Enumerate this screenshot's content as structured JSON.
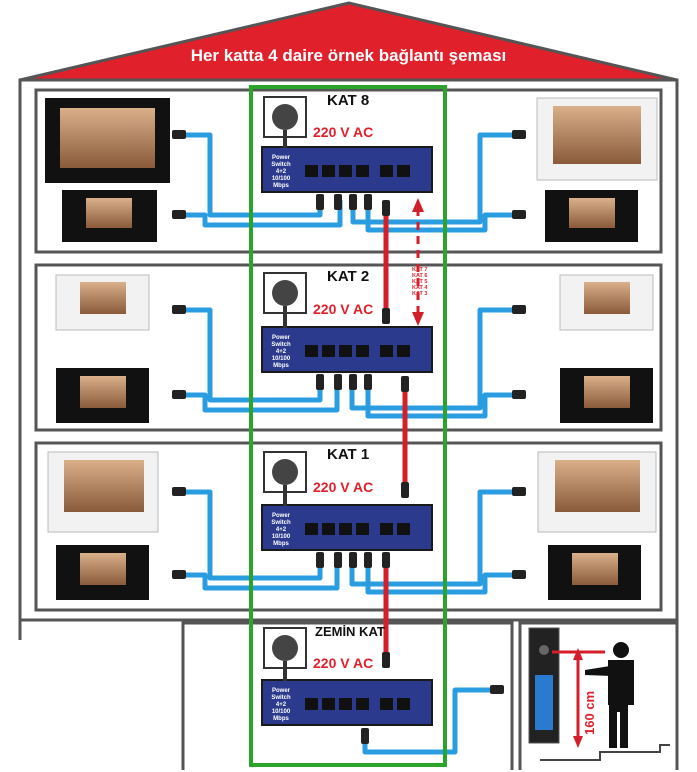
{
  "diagram": {
    "title": "Her katta 4 daire örnek bağlantı şeması",
    "floors": [
      {
        "label": "KAT 8",
        "voltage": "220 V AC"
      },
      {
        "label": "KAT 2",
        "voltage": "220 V AC"
      },
      {
        "label": "KAT 1",
        "voltage": "220 V AC"
      },
      {
        "label": "ZEMİN KAT",
        "voltage": "220 V AC"
      }
    ],
    "switch_text": "Power Switch 4+2 10/100 Mbps",
    "intermediate_floors": [
      "KAT 7",
      "KAT 6",
      "KAT 5",
      "KAT 4",
      "KAT 3"
    ],
    "panel_height": "160 cm",
    "colors": {
      "roof": "#e0202a",
      "frame": "#555555",
      "riser": "#2aa52a",
      "cable": "#2a9de0",
      "uplink": "#d41e2a",
      "switch": "#2b3a8c"
    }
  }
}
